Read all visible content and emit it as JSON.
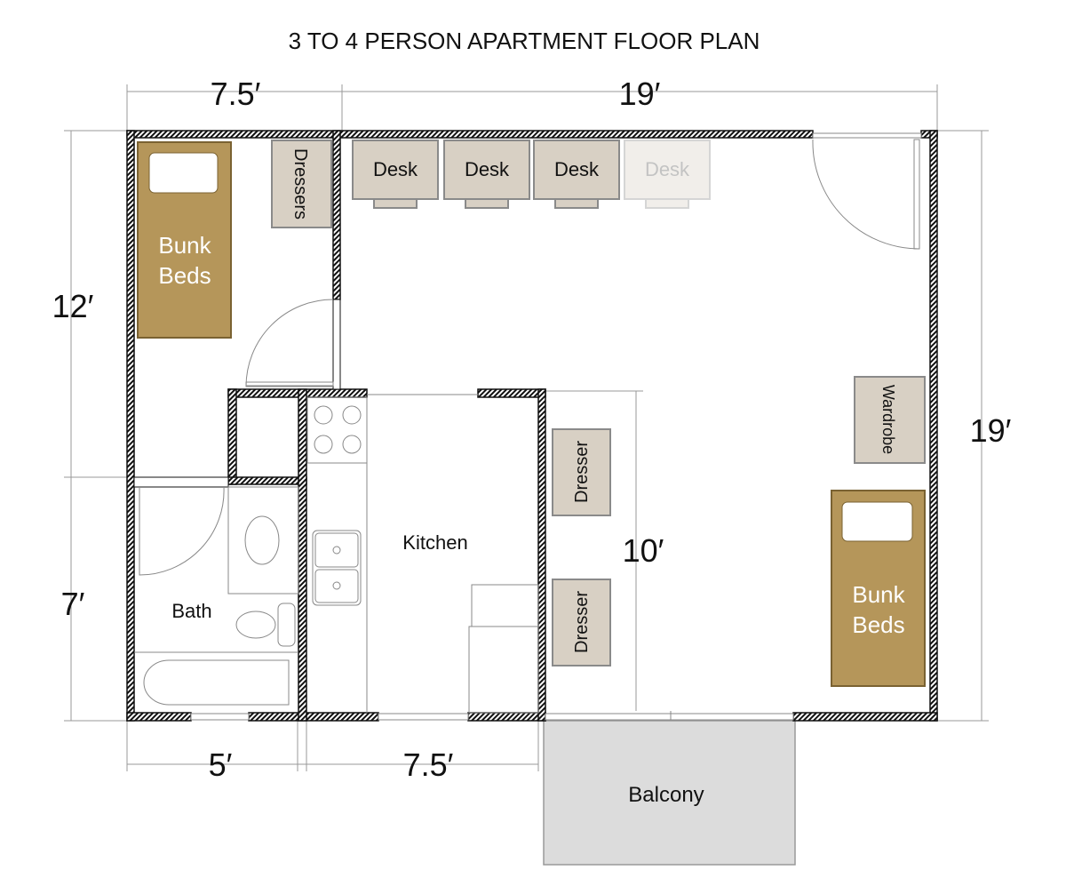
{
  "title": "3 TO 4 PERSON APARTMENT FLOOR PLAN",
  "dimensions": {
    "top_left": "7.5′",
    "top_right": "19′",
    "left_upper": "12′",
    "left_lower": "7′",
    "right": "19′",
    "bottom_left": "5′",
    "bottom_middle": "7.5′",
    "interior": "10′"
  },
  "rooms": {
    "bath": "Bath",
    "kitchen": "Kitchen",
    "balcony": "Balcony"
  },
  "furniture": {
    "bunk_beds_line1": "Bunk",
    "bunk_beds_line2": "Beds",
    "dressers": "Dressers",
    "desks": [
      "Desk",
      "Desk",
      "Desk",
      "Desk"
    ],
    "wardrobe": "Wardrobe",
    "dresser": "Dresser"
  },
  "colors": {
    "bed": "#b5965a",
    "furniture": "#d8d0c4",
    "balcony": "#dcdcdc"
  }
}
